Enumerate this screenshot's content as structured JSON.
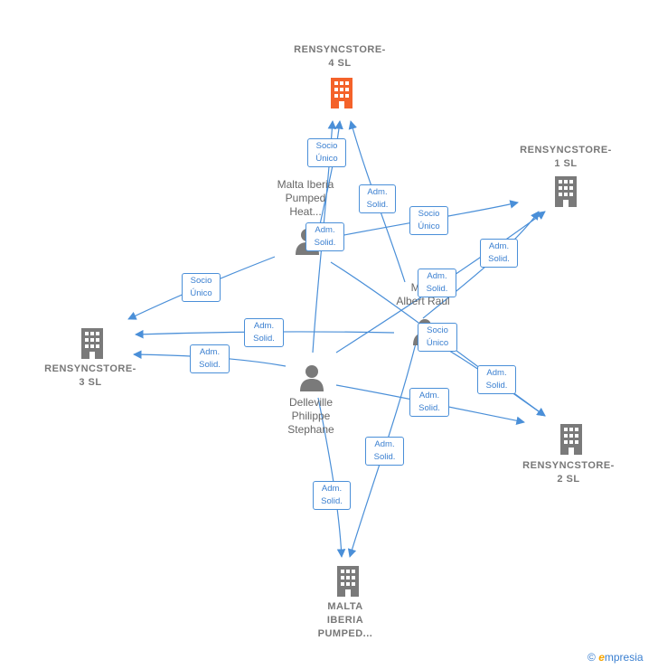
{
  "colors": {
    "edge": "#4a8fd8",
    "building_main": "#f4622a",
    "building": "#7a7a7a",
    "person": "#7a7a7a"
  },
  "companies": {
    "r4": "RENSYNCSTORE-\n4  SL",
    "r1": "RENSYNCSTORE-\n1  SL",
    "r3": "RENSYNCSTORE-\n3  SL",
    "r2": "RENSYNCSTORE-\n2  SL",
    "malta": "MALTA\nIBERIA\nPUMPED..."
  },
  "people": {
    "malta_heat": "Malta Iberia\nPumped\nHeat...",
    "albert": "Mo...\nAlbert Raul",
    "delleville": "Delleville\nPhilippe\nStephane"
  },
  "edge_labels": {
    "socio_unico": "Socio\nÚnico",
    "adm_solid": "Adm.\nSolid."
  },
  "brand": {
    "copyright": "©",
    "e": "e",
    "name": "mpresia"
  }
}
